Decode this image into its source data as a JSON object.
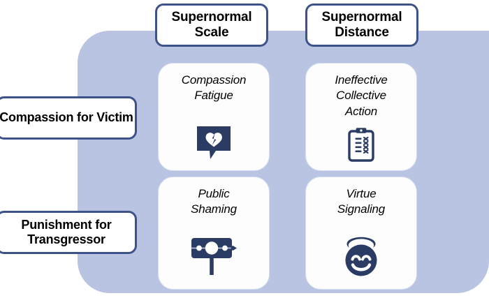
{
  "figure": {
    "background_color": "#ffffff",
    "panel_color": "#b9c4e2",
    "border_color": "#3c5288",
    "icon_color": "#2b3c64"
  },
  "columns": [
    {
      "label": "Supernormal\nScale"
    },
    {
      "label": "Supernormal\nDistance"
    }
  ],
  "rows": [
    {
      "label": "Compassion for\nVictim"
    },
    {
      "label": "Punishment for\nTransgressor"
    }
  ],
  "cells": [
    {
      "label": "Compassion\nFatigue",
      "icon": "broken-heart-speech-bubble-icon",
      "row": "Compassion for Victim",
      "column": "Supernormal Scale"
    },
    {
      "label": "Ineffective\nCollective\nAction",
      "icon": "clipboard-checklist-x-icon",
      "row": "Compassion for Victim",
      "column": "Supernormal Distance"
    },
    {
      "label": "Public\nShaming",
      "icon": "pillory-stocks-icon",
      "row": "Punishment for Transgressor",
      "column": "Supernormal Scale"
    },
    {
      "label": "Virtue\nSignaling",
      "icon": "halo-smiling-face-icon",
      "row": "Punishment for Transgressor",
      "column": "Supernormal Distance"
    }
  ]
}
